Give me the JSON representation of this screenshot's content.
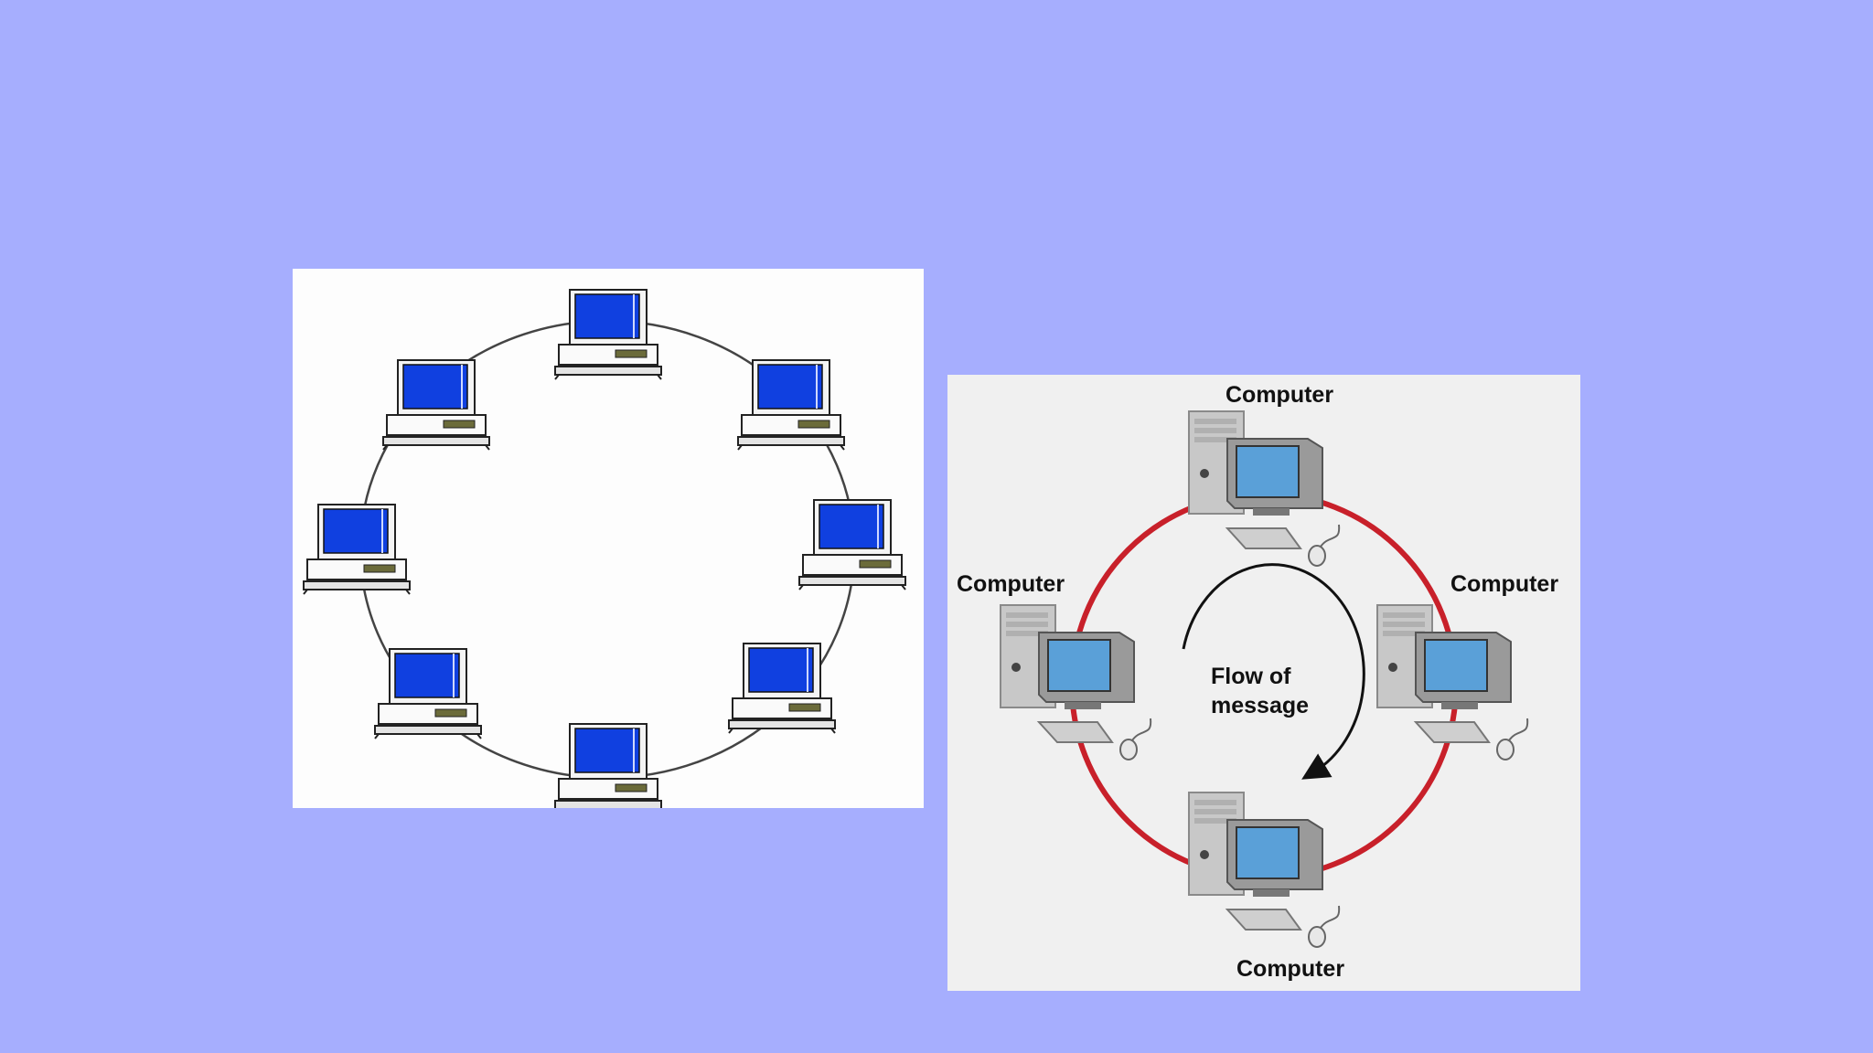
{
  "colors": {
    "background": "#a6aefe",
    "ring_left": "#444444",
    "ring_right": "#c8202a",
    "screen_blue": "#1040e0",
    "screen_light": "#5aa0d8"
  },
  "left_diagram": {
    "node_count": 8,
    "icon": "computer-desktop-icon"
  },
  "right_diagram": {
    "labels": {
      "top": "Computer",
      "left": "Computer",
      "right": "Computer",
      "bottom": "Computer"
    },
    "flow_line1": "Flow of",
    "flow_line2": "message",
    "icon": "computer-tower-icon"
  }
}
